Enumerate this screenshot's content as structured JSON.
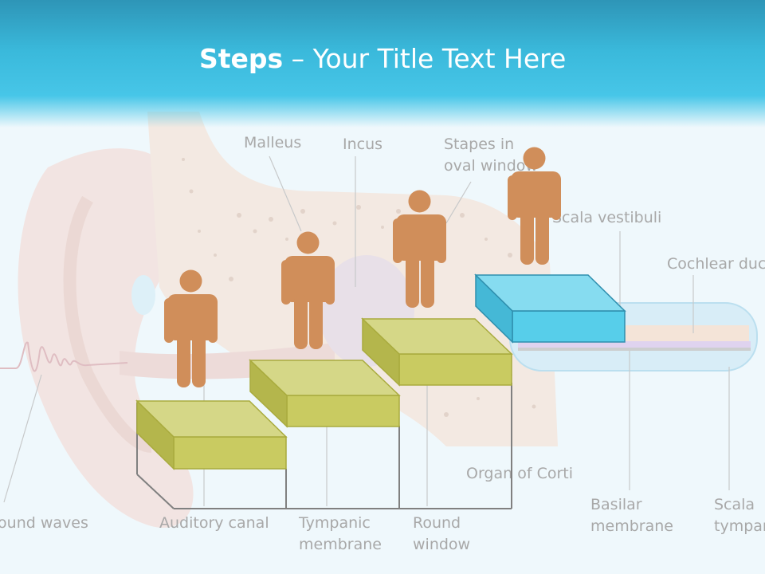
{
  "slide": {
    "title_bold": "Steps",
    "title_separator": " – ",
    "title_rest": "Your Title Text Here"
  },
  "diagram_labels": {
    "malleus": "Malleus",
    "incus": "Incus",
    "stapes_line1": "Stapes in",
    "stapes_line2": "oval window",
    "scala_vestibuli": "Scala vestibuli",
    "cochlear_duct": "Cochlear duct",
    "organ_of_corti": "Organ of Corti",
    "sound_waves": "Sound waves",
    "auditory_canal": "Auditory canal",
    "tympanic_line1": "Tympanic",
    "tympanic_line2": "membrane",
    "round_line1": "Round",
    "round_line2": "window",
    "basilar_line1": "Basilar",
    "basilar_line2": "membrane",
    "scala_tympani_line1": "Scala",
    "scala_tympani_line2": "tympani"
  },
  "steps": [
    {
      "level": 1,
      "color": "olive"
    },
    {
      "level": 2,
      "color": "olive"
    },
    {
      "level": 3,
      "color": "olive"
    },
    {
      "level": 4,
      "color": "cyan"
    }
  ],
  "colors": {
    "header_blue": "#3ab9db",
    "step_olive_top": "#d5d787",
    "step_olive_front": "#c9cb61",
    "step_cyan_top": "#86dcf0",
    "step_cyan_front": "#57ceea",
    "figure": "#d08e5a"
  },
  "icons": [
    "person-icon"
  ]
}
